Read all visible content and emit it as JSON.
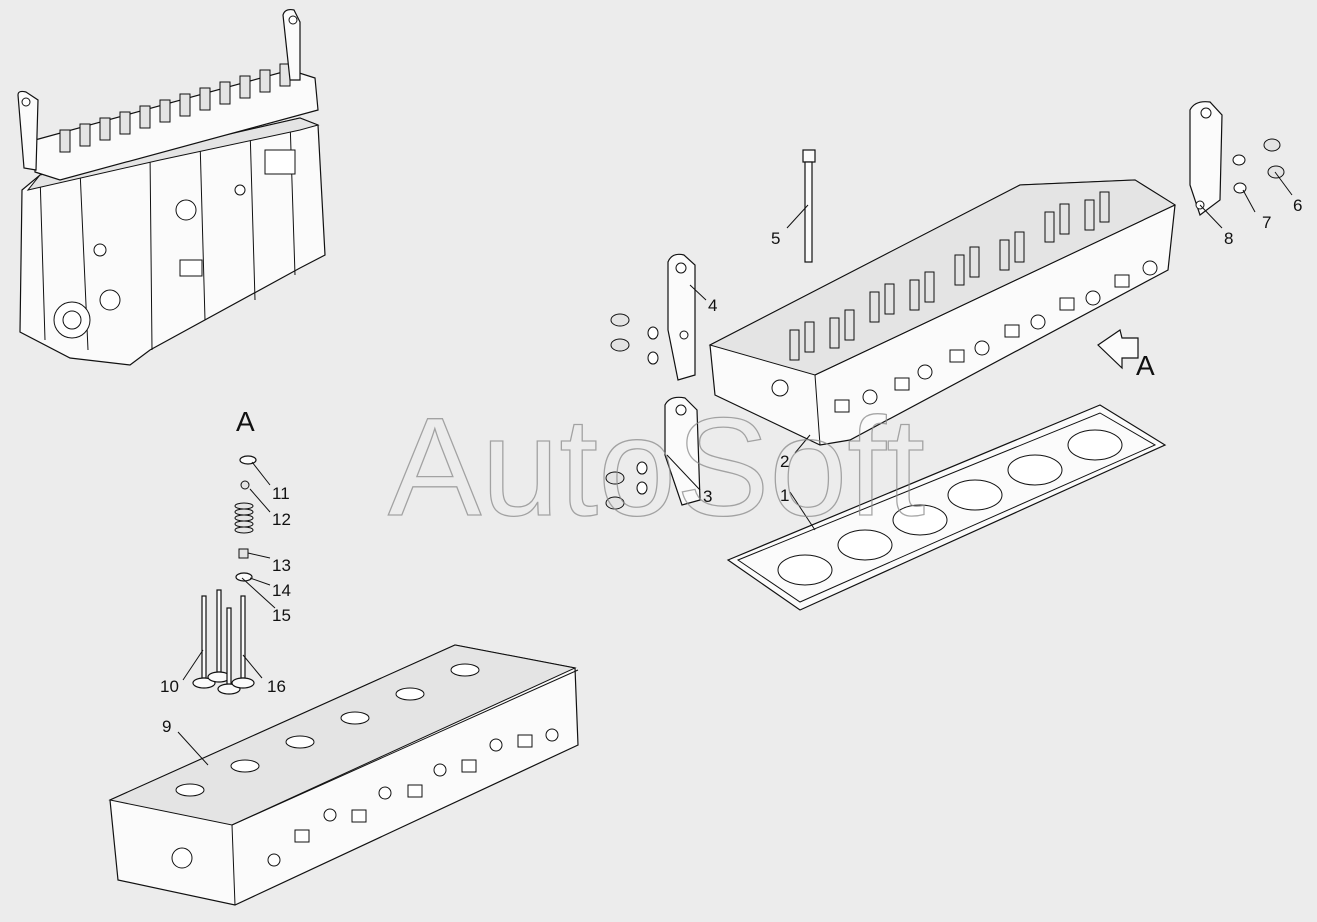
{
  "watermark": "AutoSoft",
  "view_labels": {
    "detail_a": "A",
    "arrow_a": "A"
  },
  "callouts": [
    {
      "id": "c1",
      "label": "1"
    },
    {
      "id": "c2",
      "label": "2"
    },
    {
      "id": "c3",
      "label": "3"
    },
    {
      "id": "c4",
      "label": "4"
    },
    {
      "id": "c5",
      "label": "5"
    },
    {
      "id": "c6",
      "label": "6"
    },
    {
      "id": "c7",
      "label": "7"
    },
    {
      "id": "c8",
      "label": "8"
    },
    {
      "id": "c9",
      "label": "9"
    },
    {
      "id": "c10",
      "label": "10"
    },
    {
      "id": "c11",
      "label": "11"
    },
    {
      "id": "c12",
      "label": "12"
    },
    {
      "id": "c13",
      "label": "13"
    },
    {
      "id": "c14",
      "label": "14"
    },
    {
      "id": "c15",
      "label": "15"
    },
    {
      "id": "c16",
      "label": "16"
    }
  ],
  "colors": {
    "background": "#ececec",
    "line": "#111111",
    "watermark": "#8a8a8a"
  }
}
